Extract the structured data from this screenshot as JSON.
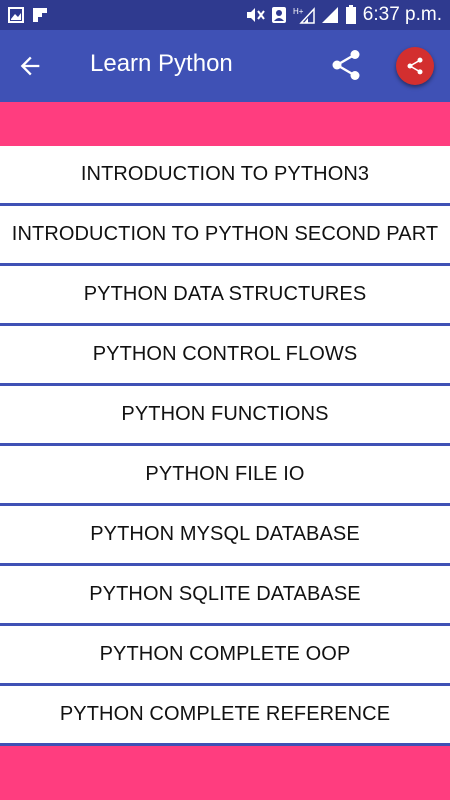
{
  "status_bar": {
    "time": "6:37 p.m."
  },
  "app_bar": {
    "title": "Learn Python",
    "back_icon": "arrow-back-icon",
    "share_icon": "share-icon",
    "round_share_icon": "share-circle-icon"
  },
  "menu": {
    "items": [
      {
        "label": "INTRODUCTION TO PYTHON3"
      },
      {
        "label": "INTRODUCTION TO PYTHON SECOND PART"
      },
      {
        "label": "PYTHON DATA STRUCTURES"
      },
      {
        "label": "PYTHON CONTROL FLOWS"
      },
      {
        "label": "PYTHON FUNCTIONS"
      },
      {
        "label": "PYTHON FILE IO"
      },
      {
        "label": "PYTHON MYSQL DATABASE"
      },
      {
        "label": "PYTHON SQLITE DATABASE"
      },
      {
        "label": "PYTHON COMPLETE OOP"
      },
      {
        "label": "PYTHON COMPLETE REFERENCE"
      }
    ]
  },
  "colors": {
    "status_bar": "#2f3a8f",
    "app_bar": "#3f51b5",
    "accent_pink": "#ff3d7f",
    "divider": "#3f51b5",
    "round_button": "#d32f2f"
  }
}
